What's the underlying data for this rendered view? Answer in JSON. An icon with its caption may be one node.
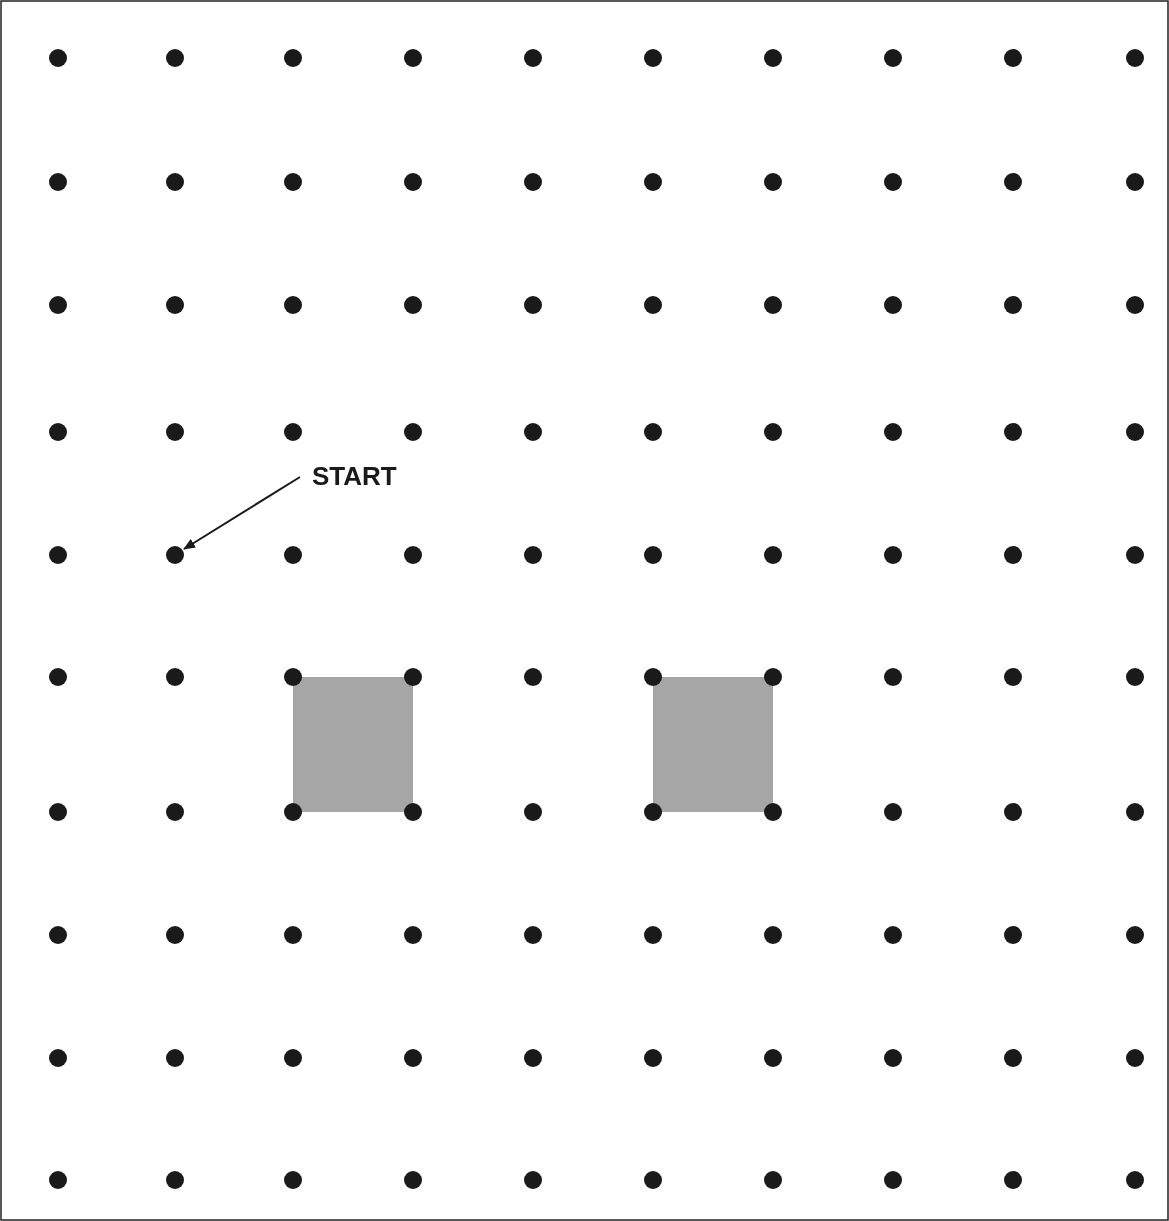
{
  "diagram": {
    "nodes": [
      {
        "text": [
          "START"
        ]
      },
      {
        "text": [],
        "shape": "circle"
      },
      {
        "text": [],
        "shape": "box"
      },
      {
        "text": [],
        "shape": "box"
      }
    ],
    "edges": [
      {
        "from": 0,
        "to": 1,
        "arrow": "to"
      }
    ]
  }
}
